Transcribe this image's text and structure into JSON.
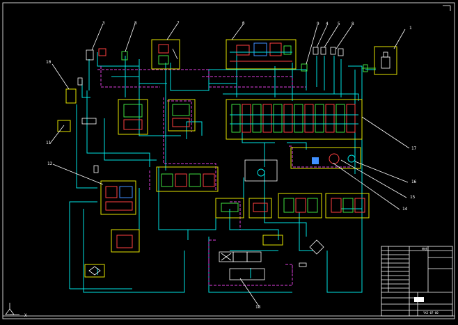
{
  "drawing": {
    "callouts": [
      "1",
      "3",
      "4",
      "5",
      "6",
      "7",
      "8",
      "9",
      "10",
      "11",
      "12",
      "14",
      "15",
      "16",
      "17",
      "18"
    ],
    "ucs_icon_label": "X"
  },
  "colors": {
    "background": "#000000",
    "frame": "#ffffff",
    "pressure_line": "#00e5e5",
    "pilot_line": "#e040e0",
    "component_box": "#e5e500"
  },
  "title_block": {
    "approval_cell": "审核",
    "drawing_no": "YXJ-07-00"
  }
}
